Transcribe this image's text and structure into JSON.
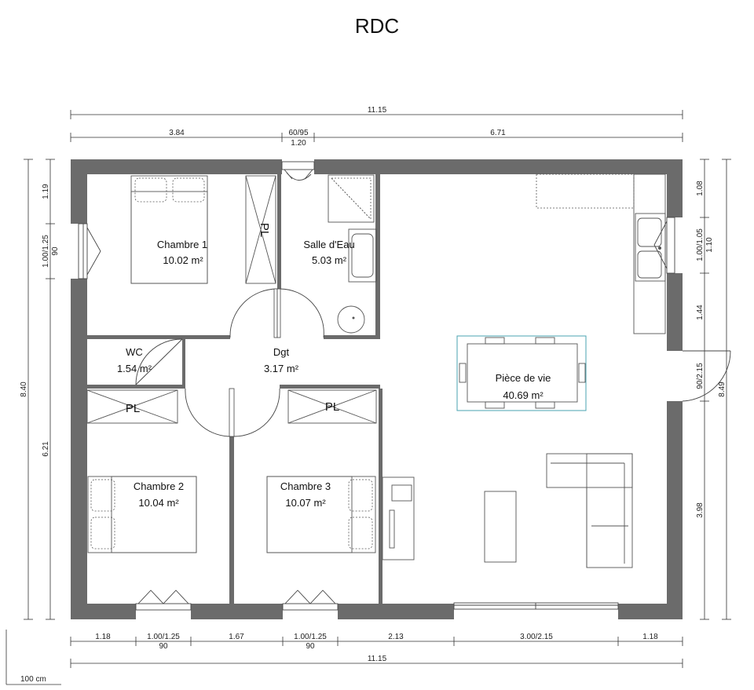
{
  "title": "RDC",
  "rooms": {
    "chambre1": {
      "name": "Chambre 1",
      "area": "10.02 m²"
    },
    "salle_eau": {
      "name": "Salle d'Eau",
      "area": "5.03 m²"
    },
    "wc": {
      "name": "WC",
      "area": "1.54 m²"
    },
    "dgt": {
      "name": "Dgt",
      "area": "3.17 m²"
    },
    "piece_vie": {
      "name": "Pièce de vie",
      "area": "40.69 m²"
    },
    "chambre2": {
      "name": "Chambre 2",
      "area": "10.04 m²"
    },
    "chambre3": {
      "name": "Chambre 3",
      "area": "10.07 m²"
    }
  },
  "closets": {
    "pl1": "PL",
    "pl2": "PL",
    "pl3": "PL"
  },
  "dims": {
    "top_total": "11.15",
    "top_left": "3.84",
    "top_mid_upper": "60/95",
    "top_mid_lower": "1.20",
    "top_right": "6.71",
    "left_total": "8.40",
    "left_top": "1.19",
    "left_window_upper": "1.00/1.25",
    "left_window_lower": "90",
    "left_bottom": "6.21",
    "right_1": "1.08",
    "right_2_upper": "1.00/1.05",
    "right_2_lower": "1.10",
    "right_3": "1.44",
    "right_door": "90/2.15",
    "right_total": "8.49",
    "right_bottom": "3.98",
    "bottom_1": "1.18",
    "bottom_2_upper": "1.00/1.25",
    "bottom_2_lower": "90",
    "bottom_3": "1.67",
    "bottom_4_upper": "1.00/1.25",
    "bottom_4_lower": "90",
    "bottom_5": "2.13",
    "bottom_6": "3.00/2.15",
    "bottom_7": "1.18",
    "bottom_total": "11.15"
  },
  "scale_label": "100 cm"
}
